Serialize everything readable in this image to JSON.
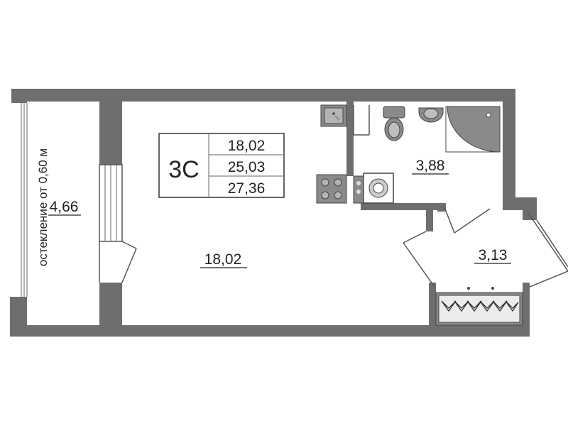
{
  "plan": {
    "type_label": "3С",
    "area_living": "18,02",
    "area_total": "25,03",
    "area_with_balcony": "27,36",
    "rooms": {
      "balcony": "4,66",
      "main_room": "18,02",
      "bathroom": "3,88",
      "hallway": "3,13"
    },
    "glazing_note": "остекление от 0,60 м"
  },
  "colors": {
    "wall": "#6e6e6e",
    "appliance": "#8a8a8a",
    "text": "#222222"
  }
}
